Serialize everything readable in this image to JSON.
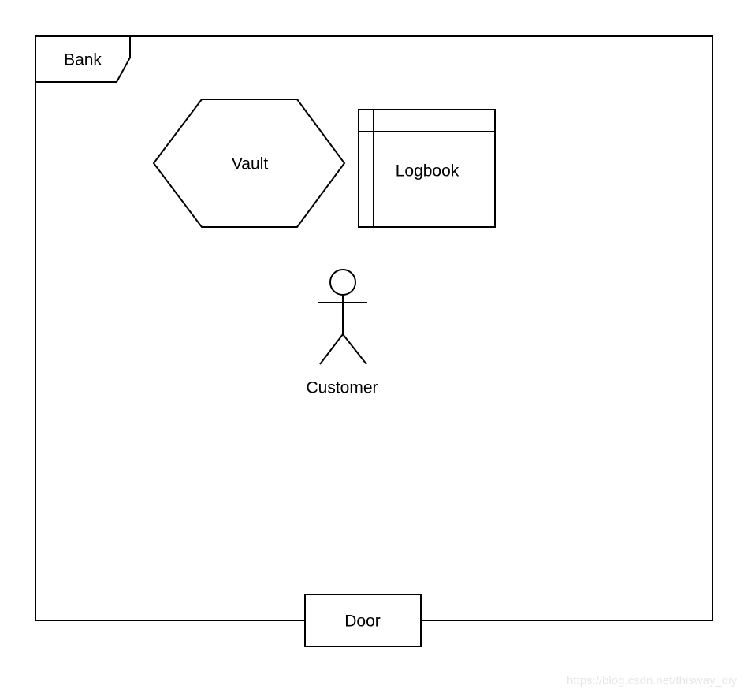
{
  "diagram": {
    "kind": "structure-diagram",
    "container": {
      "label": "Bank",
      "shape": "labeled-frame"
    },
    "nodes": [
      {
        "id": "vault",
        "label": "Vault",
        "shape": "hexagon"
      },
      {
        "id": "logbook",
        "label": "Logbook",
        "shape": "internal-storage-rectangle"
      },
      {
        "id": "customer",
        "label": "Customer",
        "shape": "actor-stick-figure"
      },
      {
        "id": "door",
        "label": "Door",
        "shape": "rectangle-on-frame-edge"
      }
    ],
    "colors": {
      "stroke": "#000000",
      "shape_fill": "#ffffff",
      "background": "#ffffff",
      "watermark_text": "#e6e8e8"
    },
    "watermark": "https://blog.csdn.net/thisway_diy"
  }
}
